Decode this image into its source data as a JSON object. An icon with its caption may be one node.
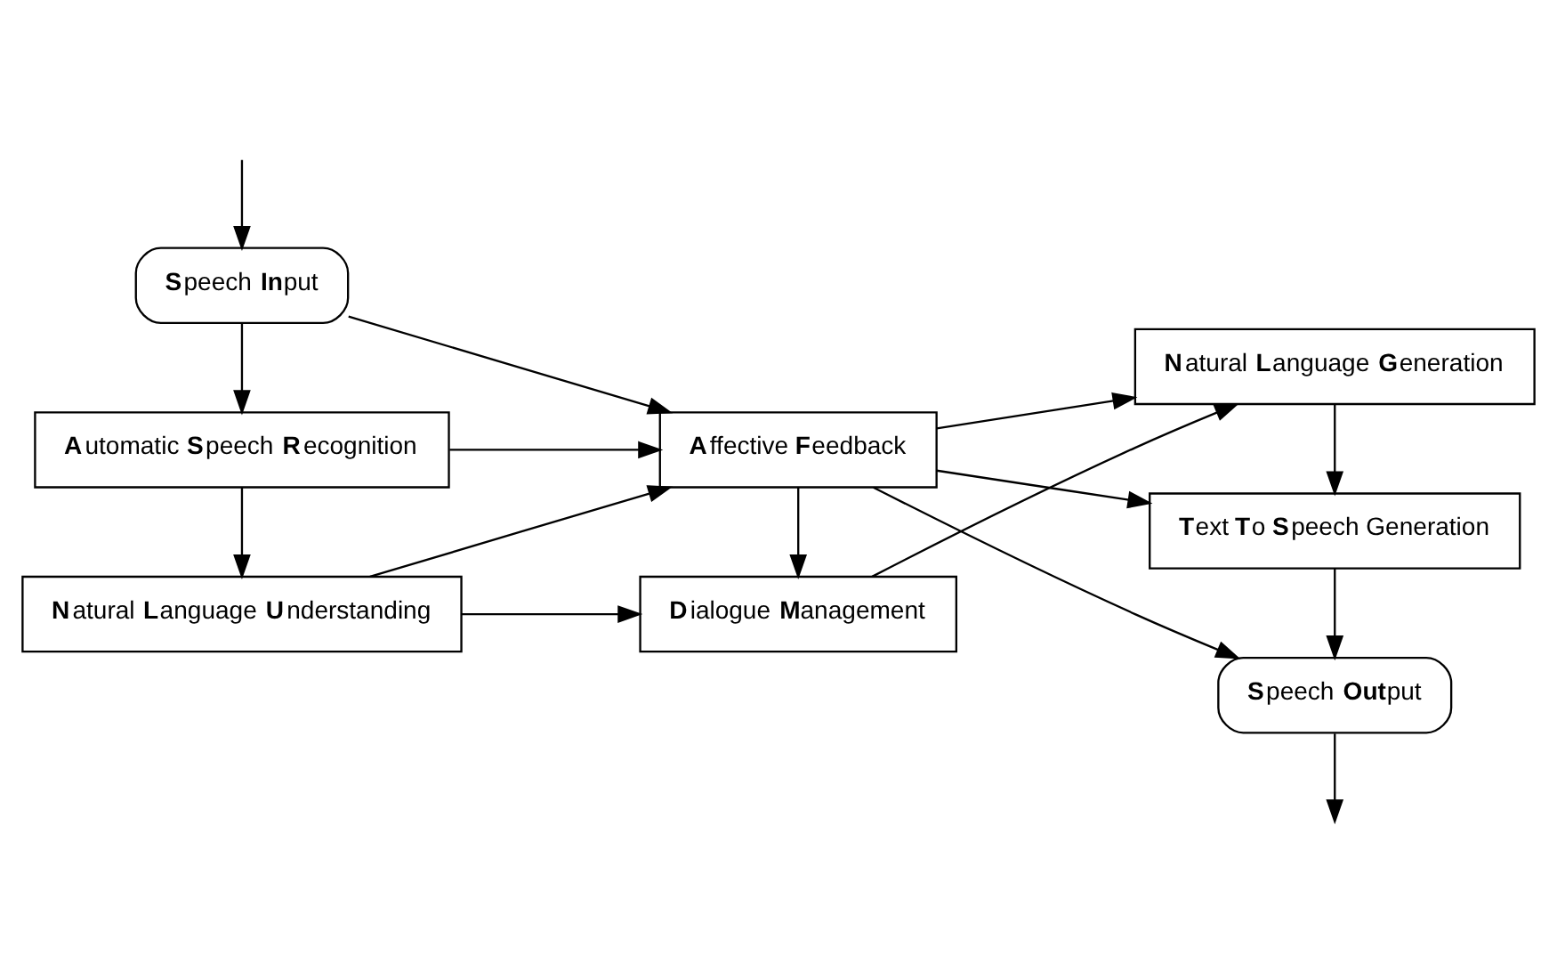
{
  "diagram": {
    "nodes": [
      {
        "text": [
          "**S**peech **In**put"
        ]
      },
      {
        "text": [
          "**A**utomatic **S**peech **R**ecognition"
        ]
      },
      {
        "text": [
          "**N**atural **L**anguage **U**nderstanding"
        ]
      },
      {
        "text": [
          "**A**ffective **F**eedback"
        ]
      },
      {
        "text": [
          "**D**ialogue **M**anagement"
        ]
      },
      {
        "text": [
          "**S**peech **Out**put"
        ]
      },
      {
        "text": [
          "**T**ext **T**o **S**peech Generation"
        ]
      },
      {
        "text": [
          "**N**atural **L**anguage **G**eneration"
        ]
      }
    ],
    "edges": [
      {
        "from": null,
        "to": 0,
        "arrow": "to"
      },
      {
        "from": 0,
        "to": 1,
        "arrow": "to"
      },
      {
        "from": 1,
        "to": 2,
        "arrow": "to"
      },
      {
        "from": 0,
        "to": 3,
        "arrow": "to"
      },
      {
        "from": 1,
        "to": 3,
        "arrow": "to"
      },
      {
        "from": 2,
        "to": 3,
        "arrow": "to"
      },
      {
        "from": 2,
        "to": 4,
        "arrow": "to"
      },
      {
        "from": 3,
        "to": 4,
        "arrow": "to"
      },
      {
        "from": 4,
        "to": 7,
        "arrow": "to"
      },
      {
        "from": 3,
        "to": 5,
        "arrow": "to"
      },
      {
        "from": 3,
        "to": 6,
        "arrow": "to"
      },
      {
        "from": 3,
        "to": 7,
        "arrow": "to"
      },
      {
        "from": 7,
        "to": 6,
        "arrow": "to"
      },
      {
        "from": 6,
        "to": 5,
        "arrow": "to"
      },
      {
        "from": 5,
        "to": null,
        "arrow": "to"
      }
    ]
  }
}
